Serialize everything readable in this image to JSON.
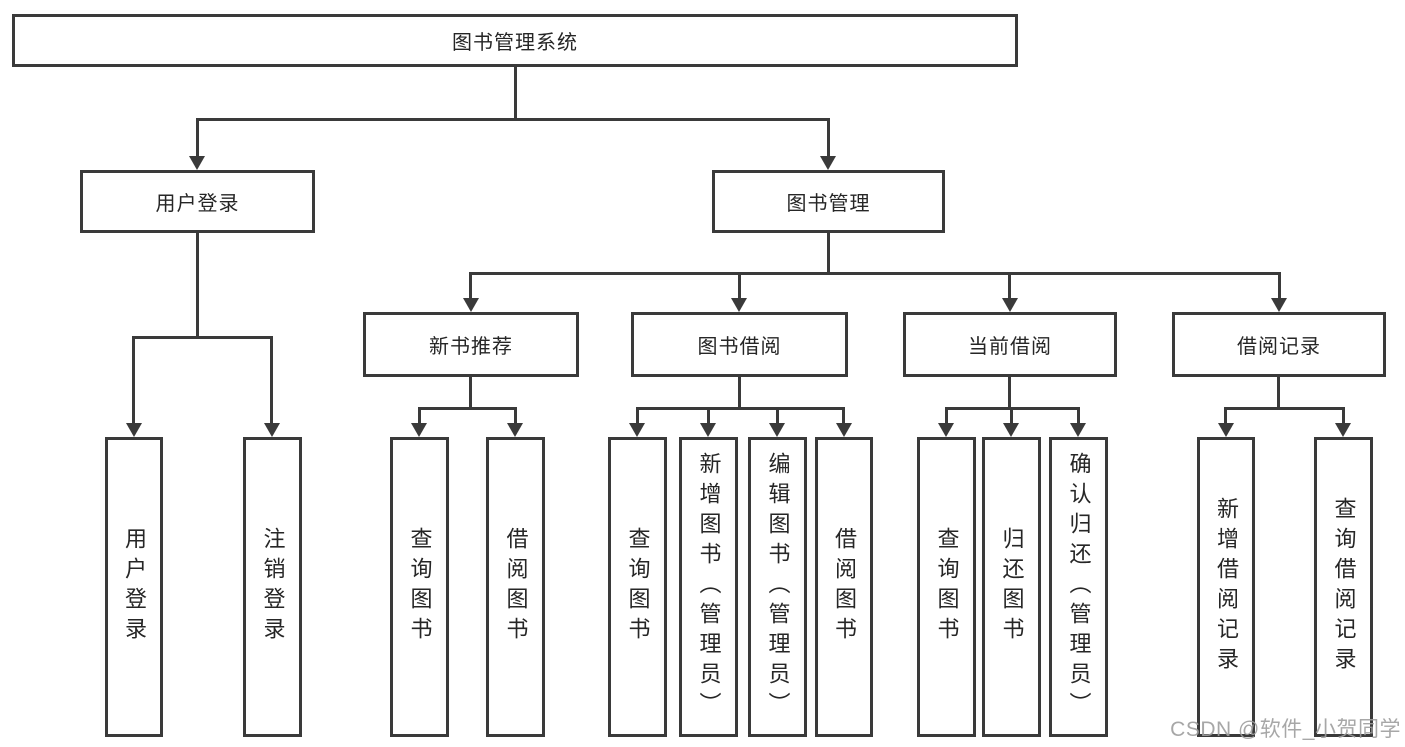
{
  "root": {
    "label": "图书管理系统"
  },
  "level2": [
    {
      "label": "用户登录"
    },
    {
      "label": "图书管理"
    }
  ],
  "level3": [
    {
      "label": "新书推荐"
    },
    {
      "label": "图书借阅"
    },
    {
      "label": "当前借阅"
    },
    {
      "label": "借阅记录"
    }
  ],
  "leaves": [
    {
      "label": "用户登录"
    },
    {
      "label": "注销登录"
    },
    {
      "label": "查询图书"
    },
    {
      "label": "借阅图书"
    },
    {
      "label": "查询图书"
    },
    {
      "label": "新增图书（管理员）"
    },
    {
      "label": "编辑图书（管理员）"
    },
    {
      "label": "借阅图书"
    },
    {
      "label": "查询图书"
    },
    {
      "label": "归还图书"
    },
    {
      "label": "确认归还（管理员）"
    },
    {
      "label": "新增借阅记录"
    },
    {
      "label": "查询借阅记录"
    }
  ],
  "watermark": {
    "text": "CSDN @软件_小贺同学"
  },
  "colors": {
    "line": "#3a3a3a",
    "text": "#262626",
    "watermark": "#9e9e9e",
    "background": "#ffffff"
  }
}
